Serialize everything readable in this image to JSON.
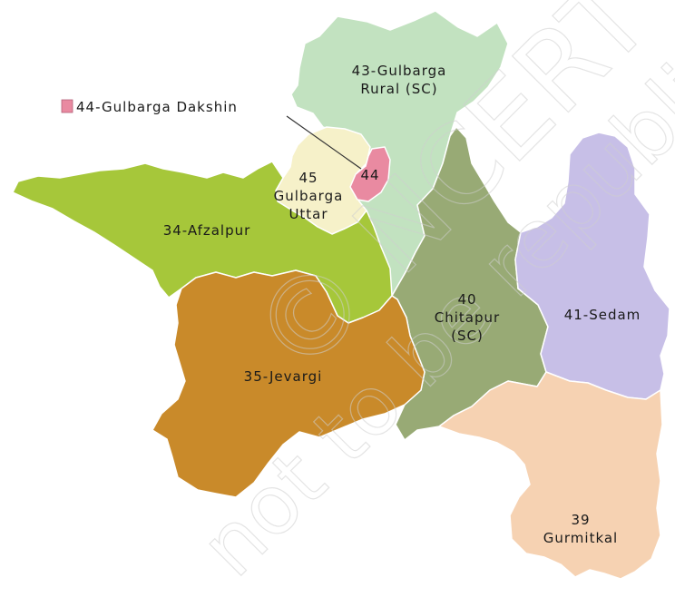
{
  "map": {
    "callout_label": "44-Gulbarga Dakshin",
    "watermark": [
      "© NCERT",
      "not to be republished"
    ],
    "regions": {
      "afzalpur": {
        "label_lines": [
          "34-Afzalpur"
        ],
        "color": "#a6c73a"
      },
      "jevargi": {
        "label_lines": [
          "35-Jevargi"
        ],
        "color": "#c98a2a"
      },
      "uttar": {
        "label_lines": [
          "45",
          "Gulbarga",
          "Uttar"
        ],
        "color": "#f6f1c9"
      },
      "dakshin": {
        "label_lines": [
          "44"
        ],
        "color": "#e98aa1"
      },
      "rural": {
        "label_lines": [
          "43-Gulbarga",
          "Rural (SC)"
        ],
        "color": "#c2e2c0"
      },
      "chitapur": {
        "label_lines": [
          "40",
          "Chitapur",
          "(SC)"
        ],
        "color": "#98aa75"
      },
      "sedam": {
        "label_lines": [
          "41-Sedam"
        ],
        "color": "#c7bfe7"
      },
      "gurmitkal": {
        "label_lines": [
          "39",
          "Gurmitkal"
        ],
        "color": "#f6d2b2"
      }
    }
  }
}
